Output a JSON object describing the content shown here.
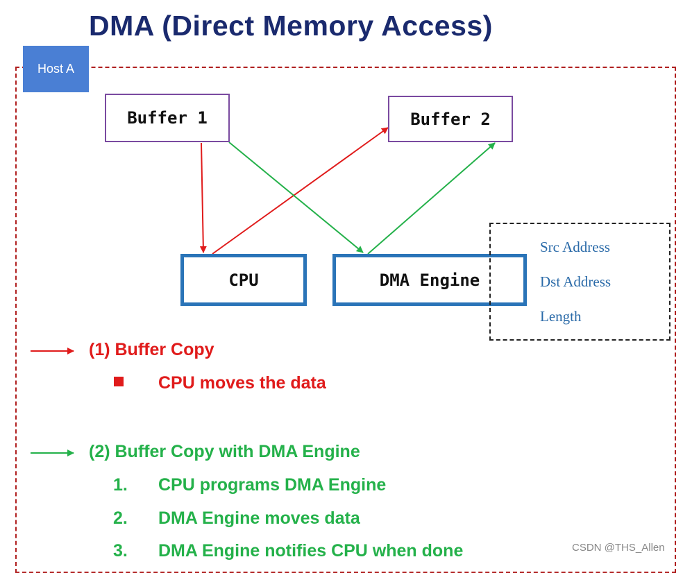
{
  "title": "DMA (Direct Memory Access)",
  "host_label": "Host A",
  "buffers": [
    {
      "label": "Buffer 1"
    },
    {
      "label": "Buffer 2"
    }
  ],
  "cpu_label": "CPU",
  "dma_label": "DMA Engine",
  "registers": [
    "Src Address",
    "Dst Address",
    "Length"
  ],
  "legend": {
    "copy1": {
      "title": "(1) Buffer Copy",
      "items": [
        "CPU moves the data"
      ],
      "color": "#e01b1b"
    },
    "copy2": {
      "title": "(2) Buffer Copy with DMA Engine",
      "items": [
        {
          "num": "1.",
          "text": "CPU programs DMA Engine"
        },
        {
          "num": "2.",
          "text": "DMA Engine moves data"
        },
        {
          "num": "3.",
          "text": "DMA Engine notifies CPU when done"
        }
      ],
      "color": "#24b14a"
    }
  },
  "watermark": "CSDN @THS_Allen"
}
